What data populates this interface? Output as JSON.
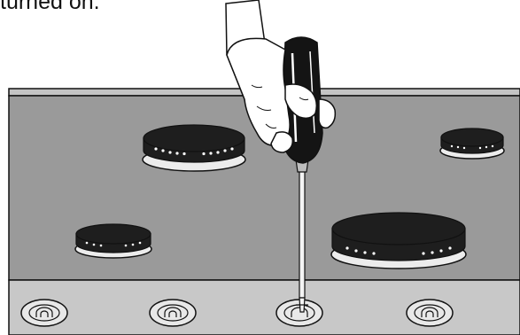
{
  "caption": "turned on.",
  "colors": {
    "cooktop_surface": "#9a9a9a",
    "cooktop_top_edge": "#c4c4c4",
    "control_panel": "#c8c8c8",
    "burner_cap": "#1e1e1e",
    "burner_base": "#ececec",
    "outline": "#111111",
    "hand": "#ffffff",
    "screwdriver_handle": "#141414",
    "screwdriver_shaft": "#f4f4f4"
  },
  "burners": [
    {
      "name": "left-rear",
      "size": "large"
    },
    {
      "name": "right-rear",
      "size": "small"
    },
    {
      "name": "left-front",
      "size": "medium"
    },
    {
      "name": "right-front",
      "size": "large"
    }
  ],
  "knobs": [
    {
      "name": "knob-1"
    },
    {
      "name": "knob-2"
    },
    {
      "name": "knob-3"
    },
    {
      "name": "knob-4"
    }
  ],
  "icons": [
    "hand-icon",
    "screwdriver-icon",
    "burner-icon",
    "control-knob-icon"
  ]
}
